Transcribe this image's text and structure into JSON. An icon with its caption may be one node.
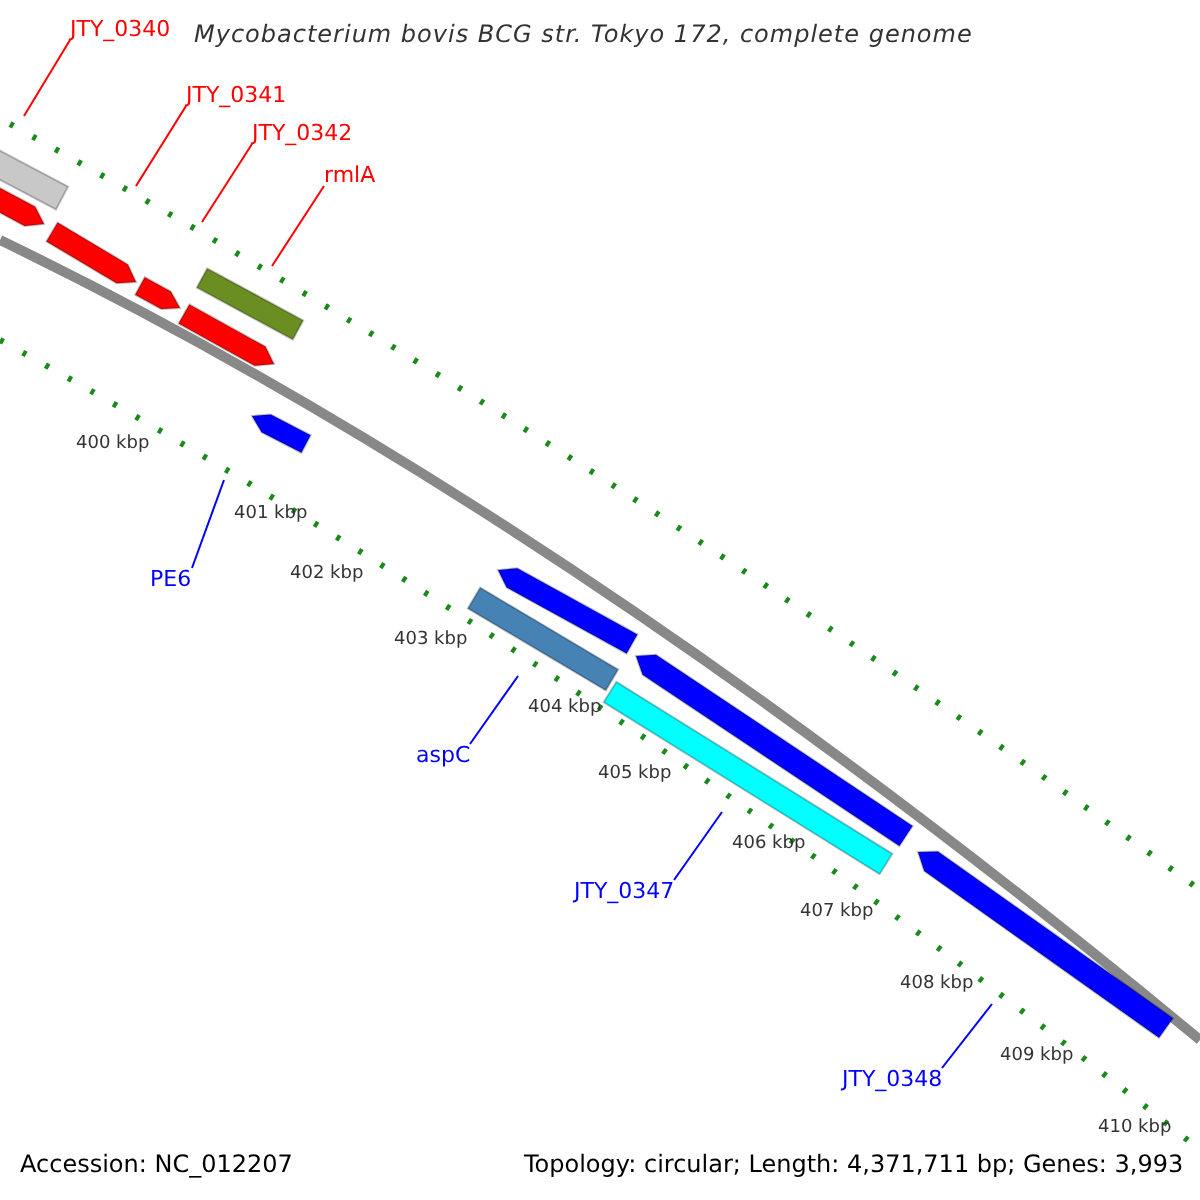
{
  "diagram": {
    "title": "Mycobacterium bovis BCG str. Tokyo 172, complete genome",
    "nodes": [
      {
        "text": [
          "JTY_0340"
        ]
      },
      {
        "text": [
          "JTY_0341"
        ]
      },
      {
        "text": [
          "JTY_0342"
        ]
      },
      {
        "text": [
          "rmlA"
        ]
      },
      {
        "text": [
          "PE6"
        ]
      },
      {
        "text": [
          "aspC"
        ]
      },
      {
        "text": [
          "JTY_0347"
        ]
      },
      {
        "text": [
          "JTY_0348"
        ]
      }
    ],
    "edges": [
      {
        "from": 0,
        "to": null,
        "arrow": "none",
        "color": "#ff0000"
      },
      {
        "from": 1,
        "to": null,
        "arrow": "none",
        "color": "#ff0000"
      },
      {
        "from": 2,
        "to": null,
        "arrow": "none",
        "color": "#ff0000"
      },
      {
        "from": 3,
        "to": null,
        "arrow": "none",
        "color": "#ff0000"
      },
      {
        "from": 4,
        "to": null,
        "arrow": "none",
        "color": "#0000ff"
      },
      {
        "from": 5,
        "to": null,
        "arrow": "none",
        "color": "#0000ff"
      },
      {
        "from": 6,
        "to": null,
        "arrow": "none",
        "color": "#0000ff"
      },
      {
        "from": 7,
        "to": null,
        "arrow": "none",
        "color": "#0000ff"
      }
    ],
    "labels": [
      "400 kbp",
      "401 kbp",
      "402 kbp",
      "403 kbp",
      "404 kbp",
      "405 kbp",
      "406 kbp",
      "407 kbp",
      "408 kbp",
      "409 kbp",
      "410 kbp",
      "Accession: NC_012207",
      "Topology: circular; Length: 4,371,711 bp; Genes: 3,993"
    ]
  }
}
